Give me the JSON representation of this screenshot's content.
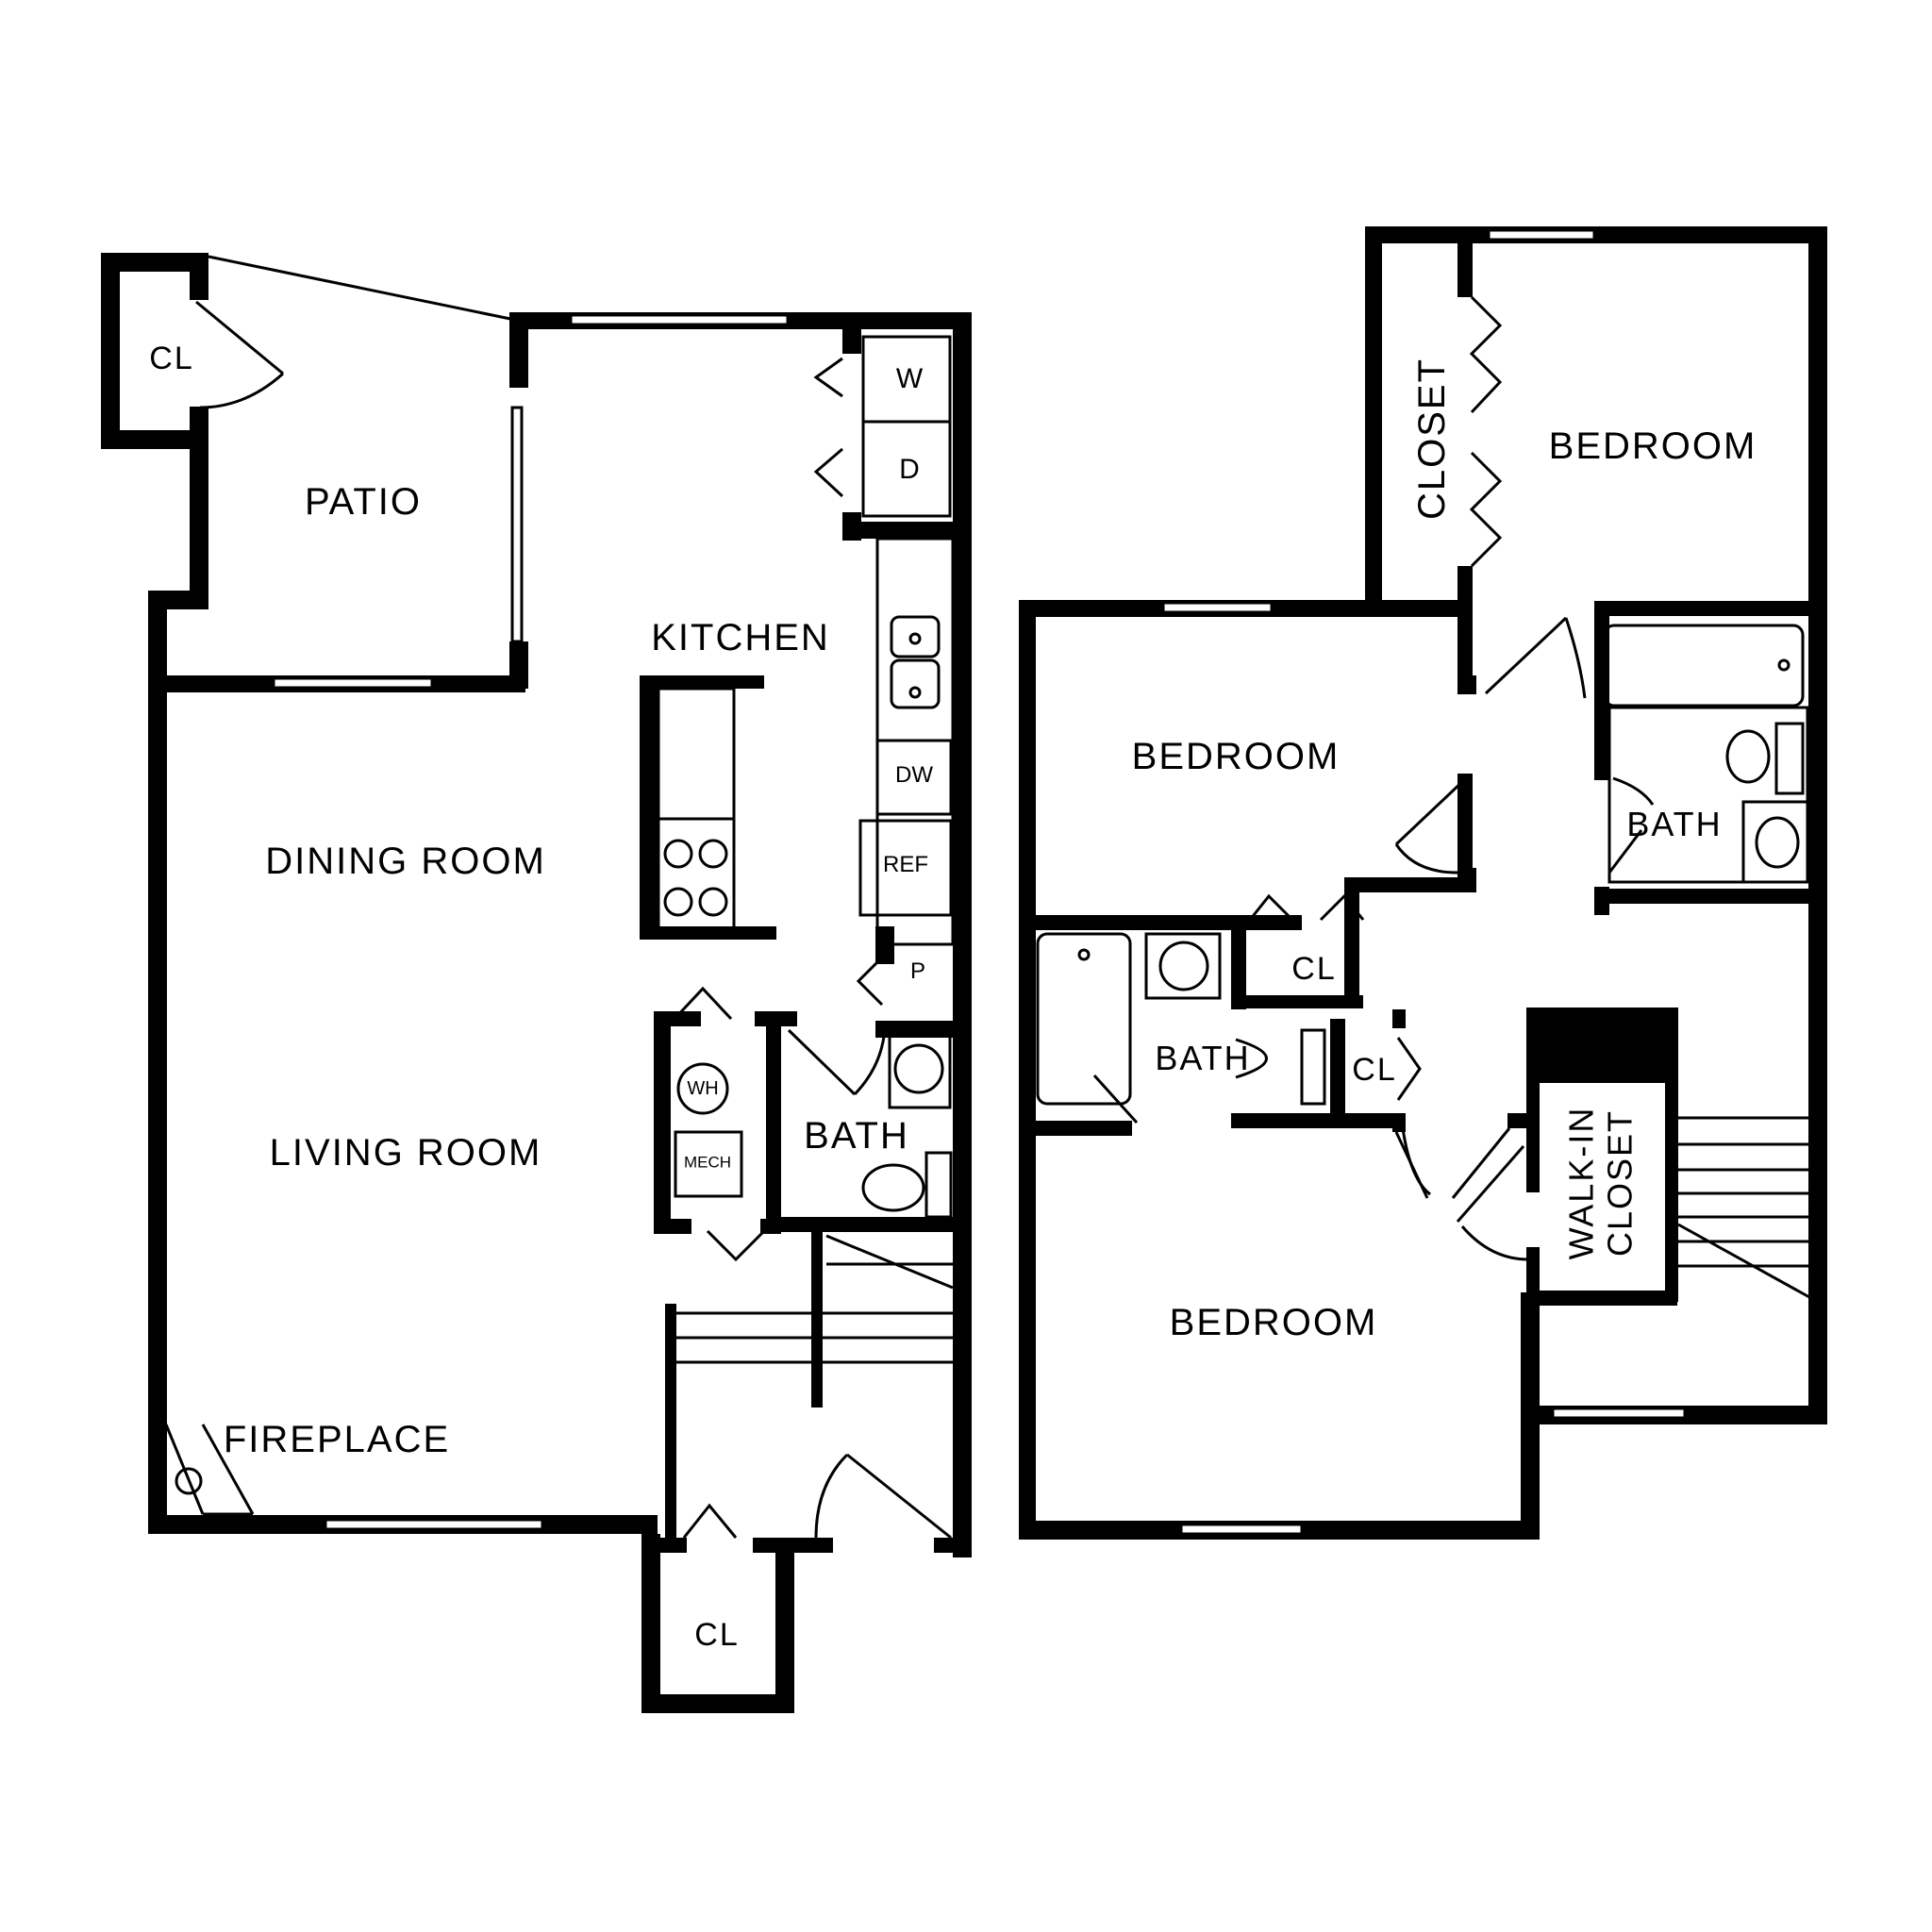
{
  "floor_plan": {
    "colors": {
      "wall": "#000000",
      "background": "#ffffff"
    },
    "first_floor": {
      "rooms": {
        "patio": "PATIO",
        "patio_closet": "CL",
        "kitchen": "KITCHEN",
        "dining_room": "DINING ROOM",
        "living_room": "LIVING ROOM",
        "fireplace": "FIREPLACE",
        "bath": "BATH",
        "entry_closet": "CL"
      },
      "appliances": {
        "washer": "W",
        "dryer": "D",
        "dishwasher": "DW",
        "refrigerator": "REF",
        "pantry": "P",
        "water_heater": "WH",
        "mechanical": "MECH"
      }
    },
    "second_floor": {
      "rooms": {
        "bedroom_top_right": "BEDROOM",
        "closet_top": "CLOSET",
        "bedroom_middle": "BEDROOM",
        "bath_right": "BATH",
        "hall_closet": "CL",
        "bath_left": "BATH",
        "linen_closet": "CL",
        "bedroom_bottom": "BEDROOM",
        "walk_in_closet": "WALK-IN\nCLOSET"
      }
    }
  }
}
